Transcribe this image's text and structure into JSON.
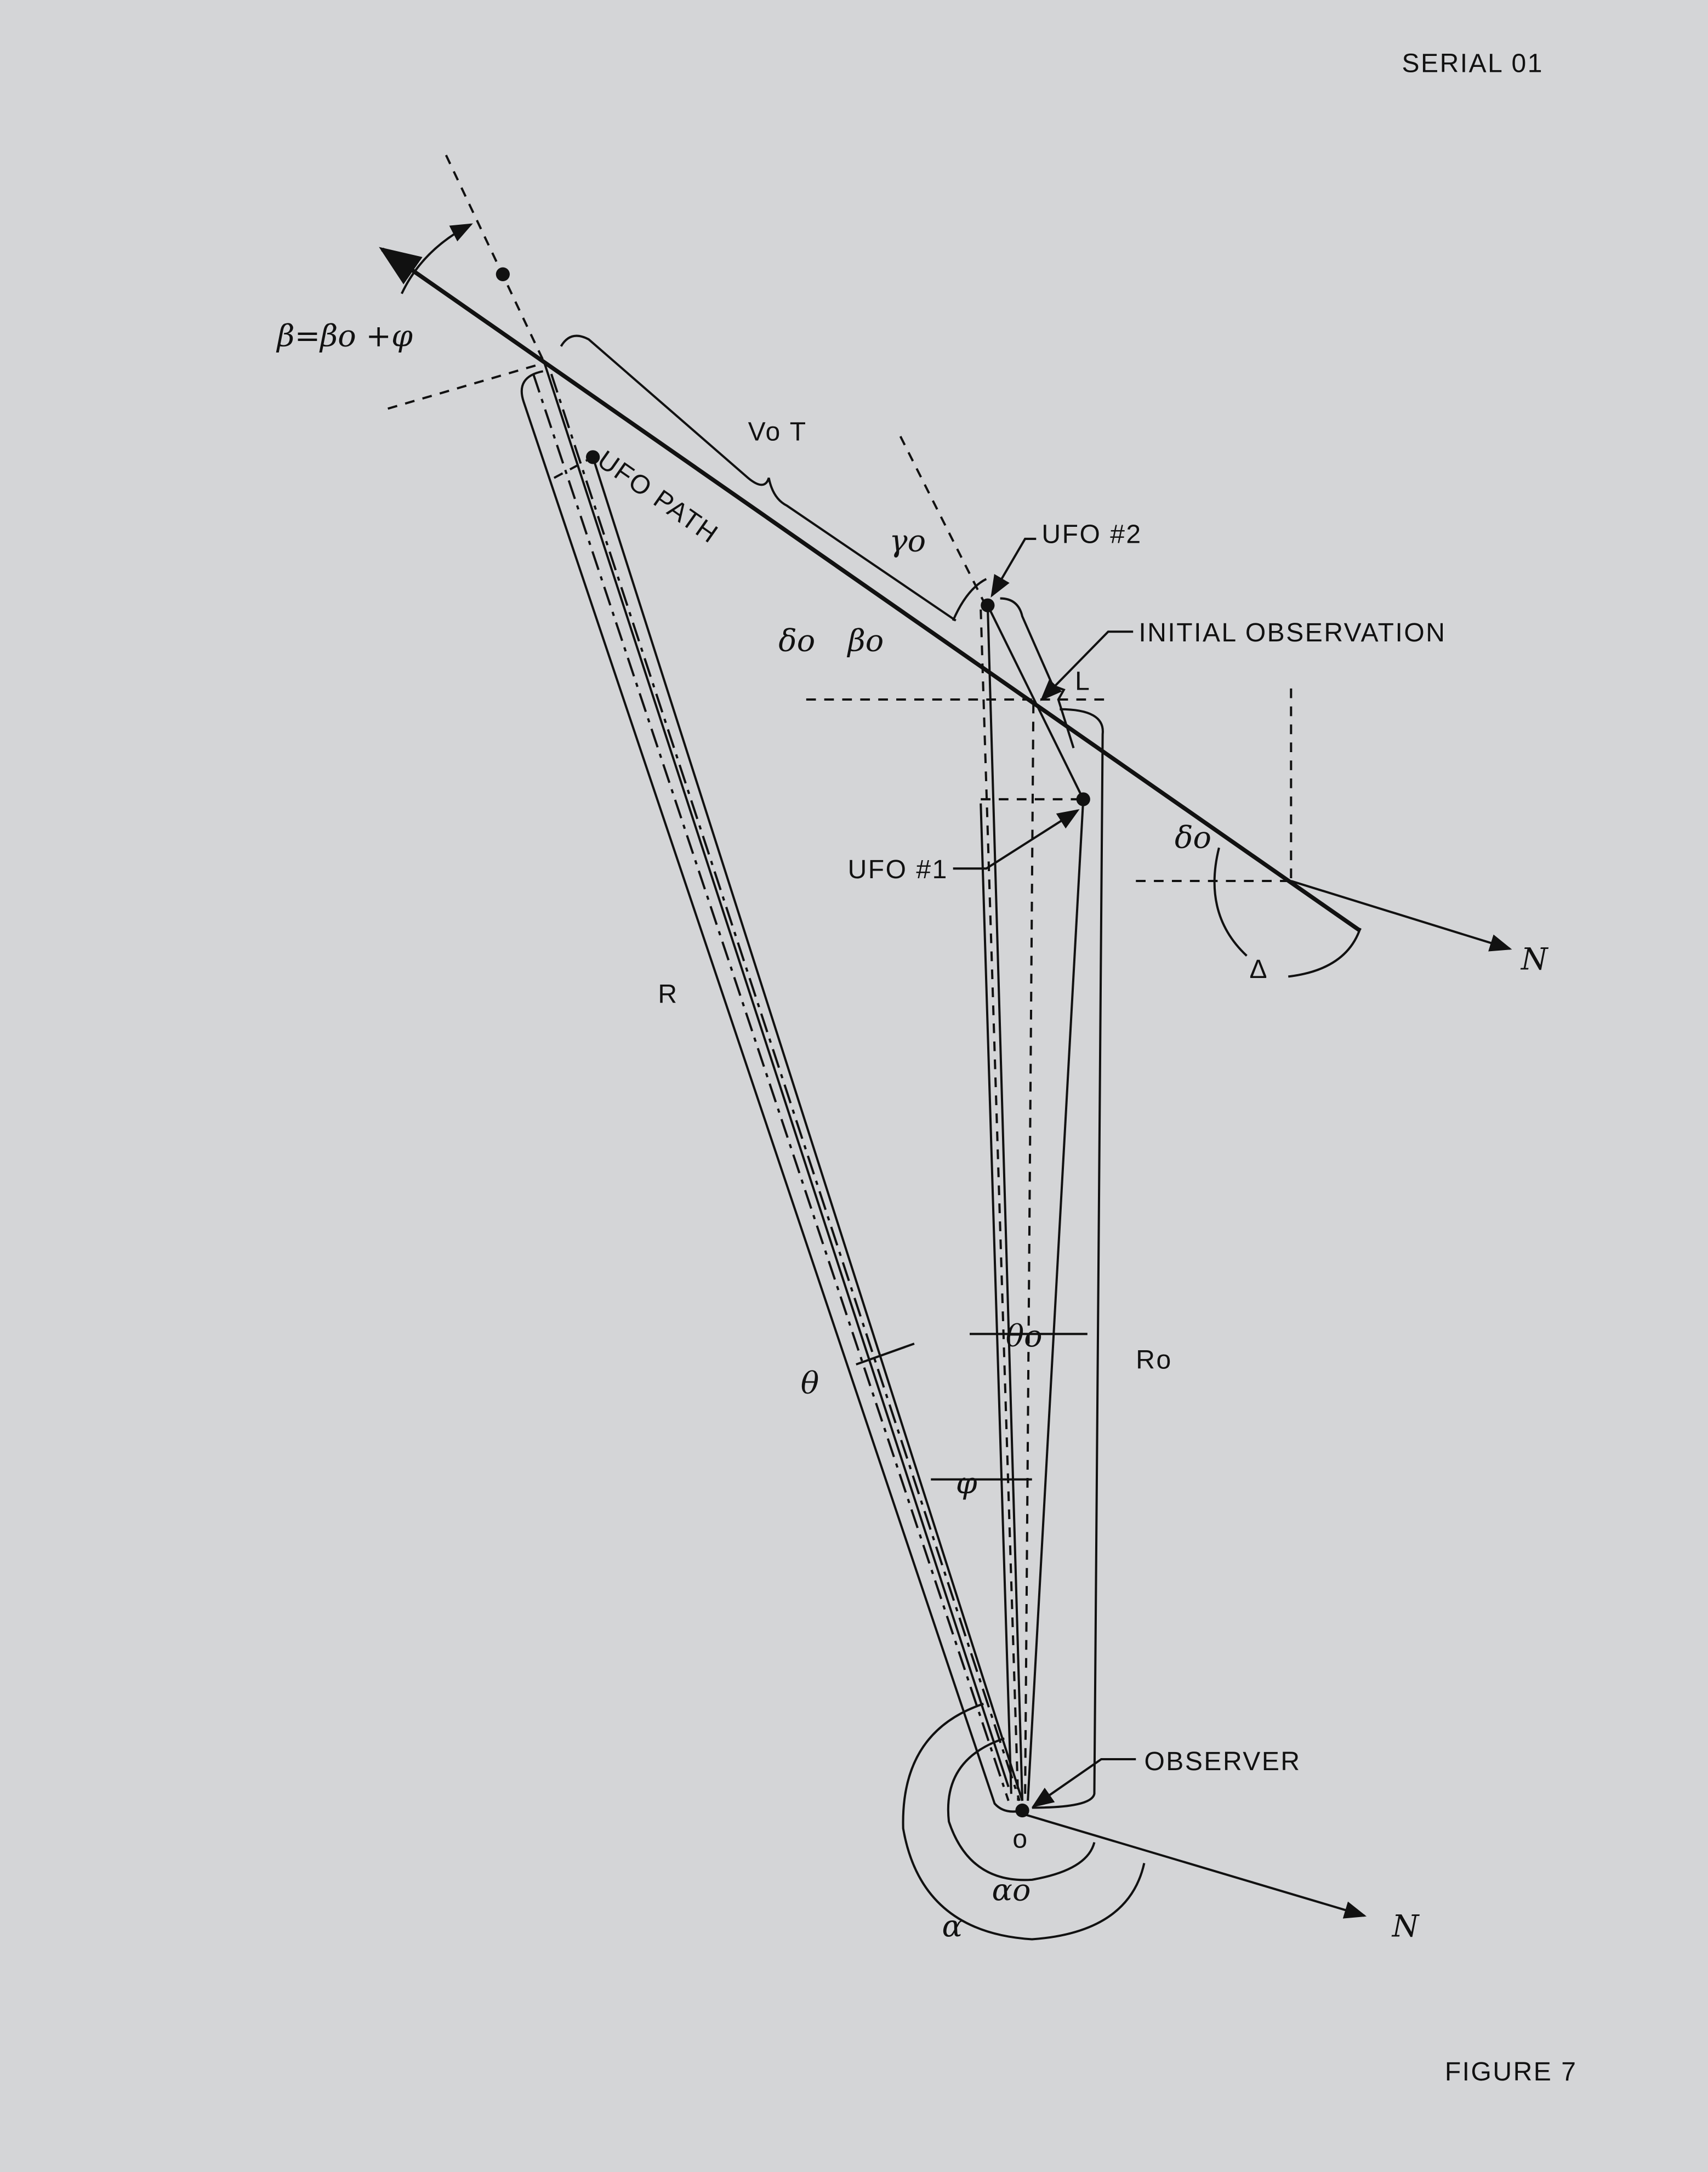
{
  "header": {
    "serial": "SERIAL 01"
  },
  "footer": {
    "figure": "FIGURE 7"
  },
  "labels": {
    "beta_eq": "β=βo +φ",
    "v0t": "Vo T",
    "ufo_path": "UFO PATH",
    "gamma0": "γo",
    "ufo2": "UFO #2",
    "initial_observation": "INITIAL OBSERVATION",
    "delta0_left": "δo",
    "beta0": "βo",
    "L": "L",
    "ufo1": "UFO #1",
    "delta0_right": "δo",
    "Delta": "Δ",
    "north_1": "N",
    "R": "R",
    "theta": "θ",
    "theta0": "θo",
    "R0": "Ro",
    "phi": "φ",
    "observer": "OBSERVER",
    "o": "o",
    "alpha0": "αo",
    "alpha": "α",
    "north_2": "N"
  }
}
